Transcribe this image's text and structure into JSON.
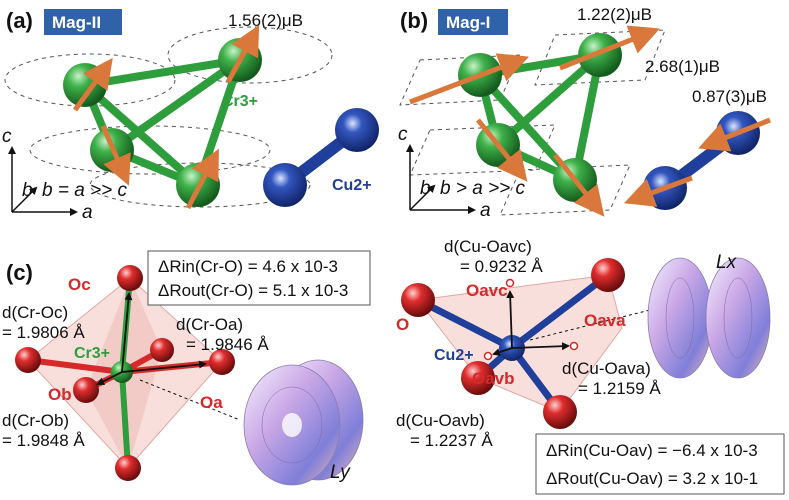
{
  "panel_a": {
    "letter": "(a)",
    "tag": "Mag-II",
    "moment_cr": "1.56(2)μB",
    "ion_cr": "Cr3+",
    "ion_cu": "Cu2+",
    "axis_relation": "b = a >> c",
    "axis_c": "c",
    "axis_b": "b",
    "axis_a": "a"
  },
  "panel_b": {
    "letter": "(b)",
    "tag": "Mag-I",
    "moment_cr1": "1.22(2)μB",
    "moment_cr2": "2.68(1)μB",
    "moment_cu": "0.87(3)μB",
    "axis_relation": "b > a >> c",
    "axis_c": "c",
    "axis_b": "b",
    "axis_a": "a"
  },
  "panel_c": {
    "letter": "(c)",
    "cr_box_line1": "ΔRin(Cr-O) = 4.6 x 10-3",
    "cr_box_line2": "ΔRout(Cr-O) = 5.1 x 10-3",
    "d_cr_oc_label": "d(Cr-Oc)",
    "d_cr_oc_value": "= 1.9806 Å",
    "d_cr_oa_label": "d(Cr-Oa)",
    "d_cr_oa_value": "= 1.9846 Å",
    "d_cr_ob_label": "d(Cr-Ob)",
    "d_cr_ob_value": "= 1.9848 Å",
    "o_c": "Oc",
    "o_a": "Oa",
    "o_b": "Ob",
    "ion_cr": "Cr3+",
    "orbital_cr": "Ly",
    "d_cu_oc_label": "d(Cu-Oavc)",
    "d_cu_oc_value": "= 0.9232 Å",
    "d_cu_oa_label": "d(Cu-Oava)",
    "d_cu_oa_value": "= 1.2159 Å",
    "d_cu_ob_label": "d(Cu-Oavb)",
    "d_cu_ob_value": "= 1.2237 Å",
    "o_av_c": "Oavc",
    "o_av_a": "Oava",
    "o_av_b": "Oavb",
    "o_plain": "O",
    "ion_cu": "Cu2+",
    "orbital_cu": "Lx",
    "cu_box_line1": "ΔRin(Cu-Oav) = −6.4 x 10-3",
    "cu_box_line2": "ΔRout(Cu-Oav) = 3.2 x 10-1"
  },
  "colors": {
    "tag_bg": "#2f62a8",
    "cr_green": "#2e9e3c",
    "cu_blue": "#1f3f9a",
    "oxygen_red": "#d42a2a",
    "moment_orange": "#d9783a",
    "octahedron_fill": "#f3c4bf"
  }
}
